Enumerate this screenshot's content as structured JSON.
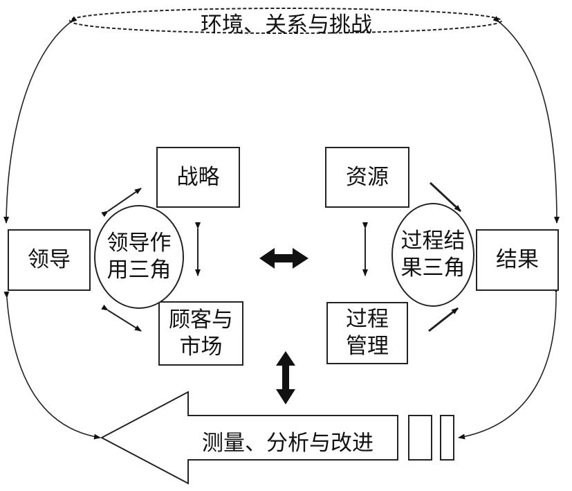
{
  "diagram": {
    "top_label": "环境、关系与挑战",
    "leadership": "领导",
    "leadership_triangle": "领导作\n用三角",
    "strategy": "战略",
    "customers_markets": "顾客与\n市场",
    "resources": "资源",
    "process_management": "过程\n管理",
    "process_results_triangle": "过程结\n果三角",
    "results": "结果",
    "measurement": "测量、分析与改进"
  }
}
